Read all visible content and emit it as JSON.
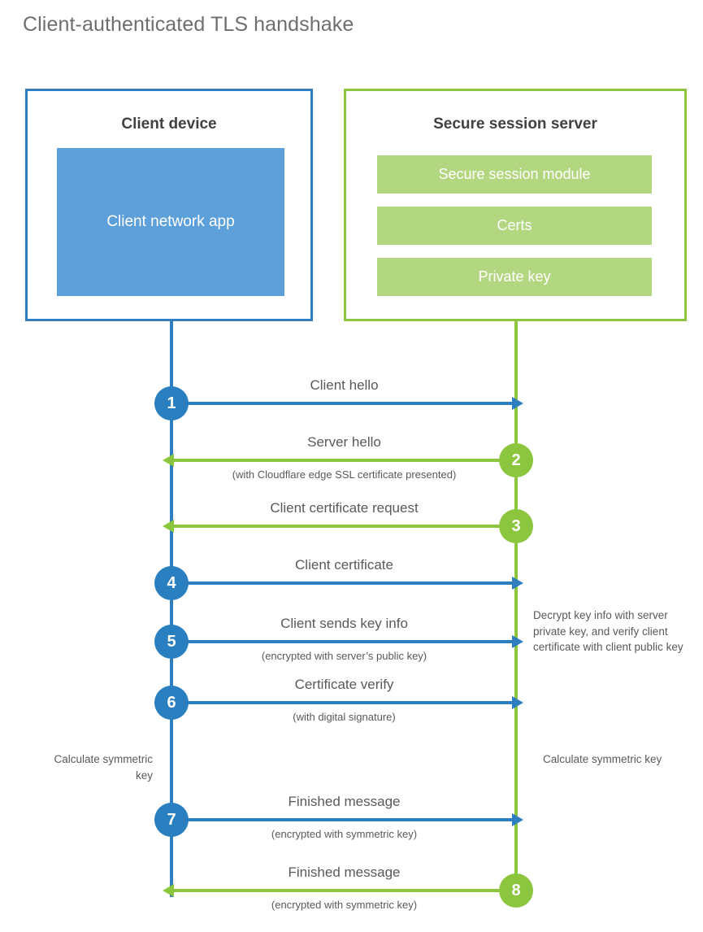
{
  "title": "Client-authenticated TLS handshake",
  "colors": {
    "client_accent": "#2f7fc0",
    "client_badge": "#2a7fc0",
    "client_app_fill": "#5d9fd8",
    "server_accent": "#8cc63f",
    "server_bar_fill": "#b3d680",
    "text": "#58595b",
    "heading": "#414042",
    "title": "#6d6e71"
  },
  "client": {
    "box_title": "Client device",
    "app_label": "Client network app"
  },
  "server": {
    "box_title": "Secure session server",
    "components": [
      "Secure session module",
      "Certs",
      "Private key"
    ]
  },
  "steps": [
    {
      "number": "1",
      "direction": "to-server",
      "label": "Client hello",
      "sub": ""
    },
    {
      "number": "2",
      "direction": "to-client",
      "label": "Server hello",
      "sub": "(with Cloudflare edge SSL certificate presented)"
    },
    {
      "number": "3",
      "direction": "to-client",
      "label": "Client certificate request",
      "sub": ""
    },
    {
      "number": "4",
      "direction": "to-server",
      "label": "Client certificate",
      "sub": ""
    },
    {
      "number": "5",
      "direction": "to-server",
      "label": "Client sends key info",
      "sub": "(encrypted with server’s public key)"
    },
    {
      "number": "6",
      "direction": "to-server",
      "label": "Certificate verify",
      "sub": "(with digital signature)"
    },
    {
      "number": "7",
      "direction": "to-server",
      "label": "Finished message",
      "sub": "(encrypted with symmetric key)"
    },
    {
      "number": "8",
      "direction": "to-client",
      "label": "Finished message",
      "sub": "(encrypted with symmetric key)"
    }
  ],
  "annotations": {
    "decrypt_note": "Decrypt key info with server private key, and verify client certificate with client public key",
    "calculate_symmetric_key_client": "Calculate symmetric key",
    "calculate_symmetric_key_server": "Calculate symmetric key"
  }
}
